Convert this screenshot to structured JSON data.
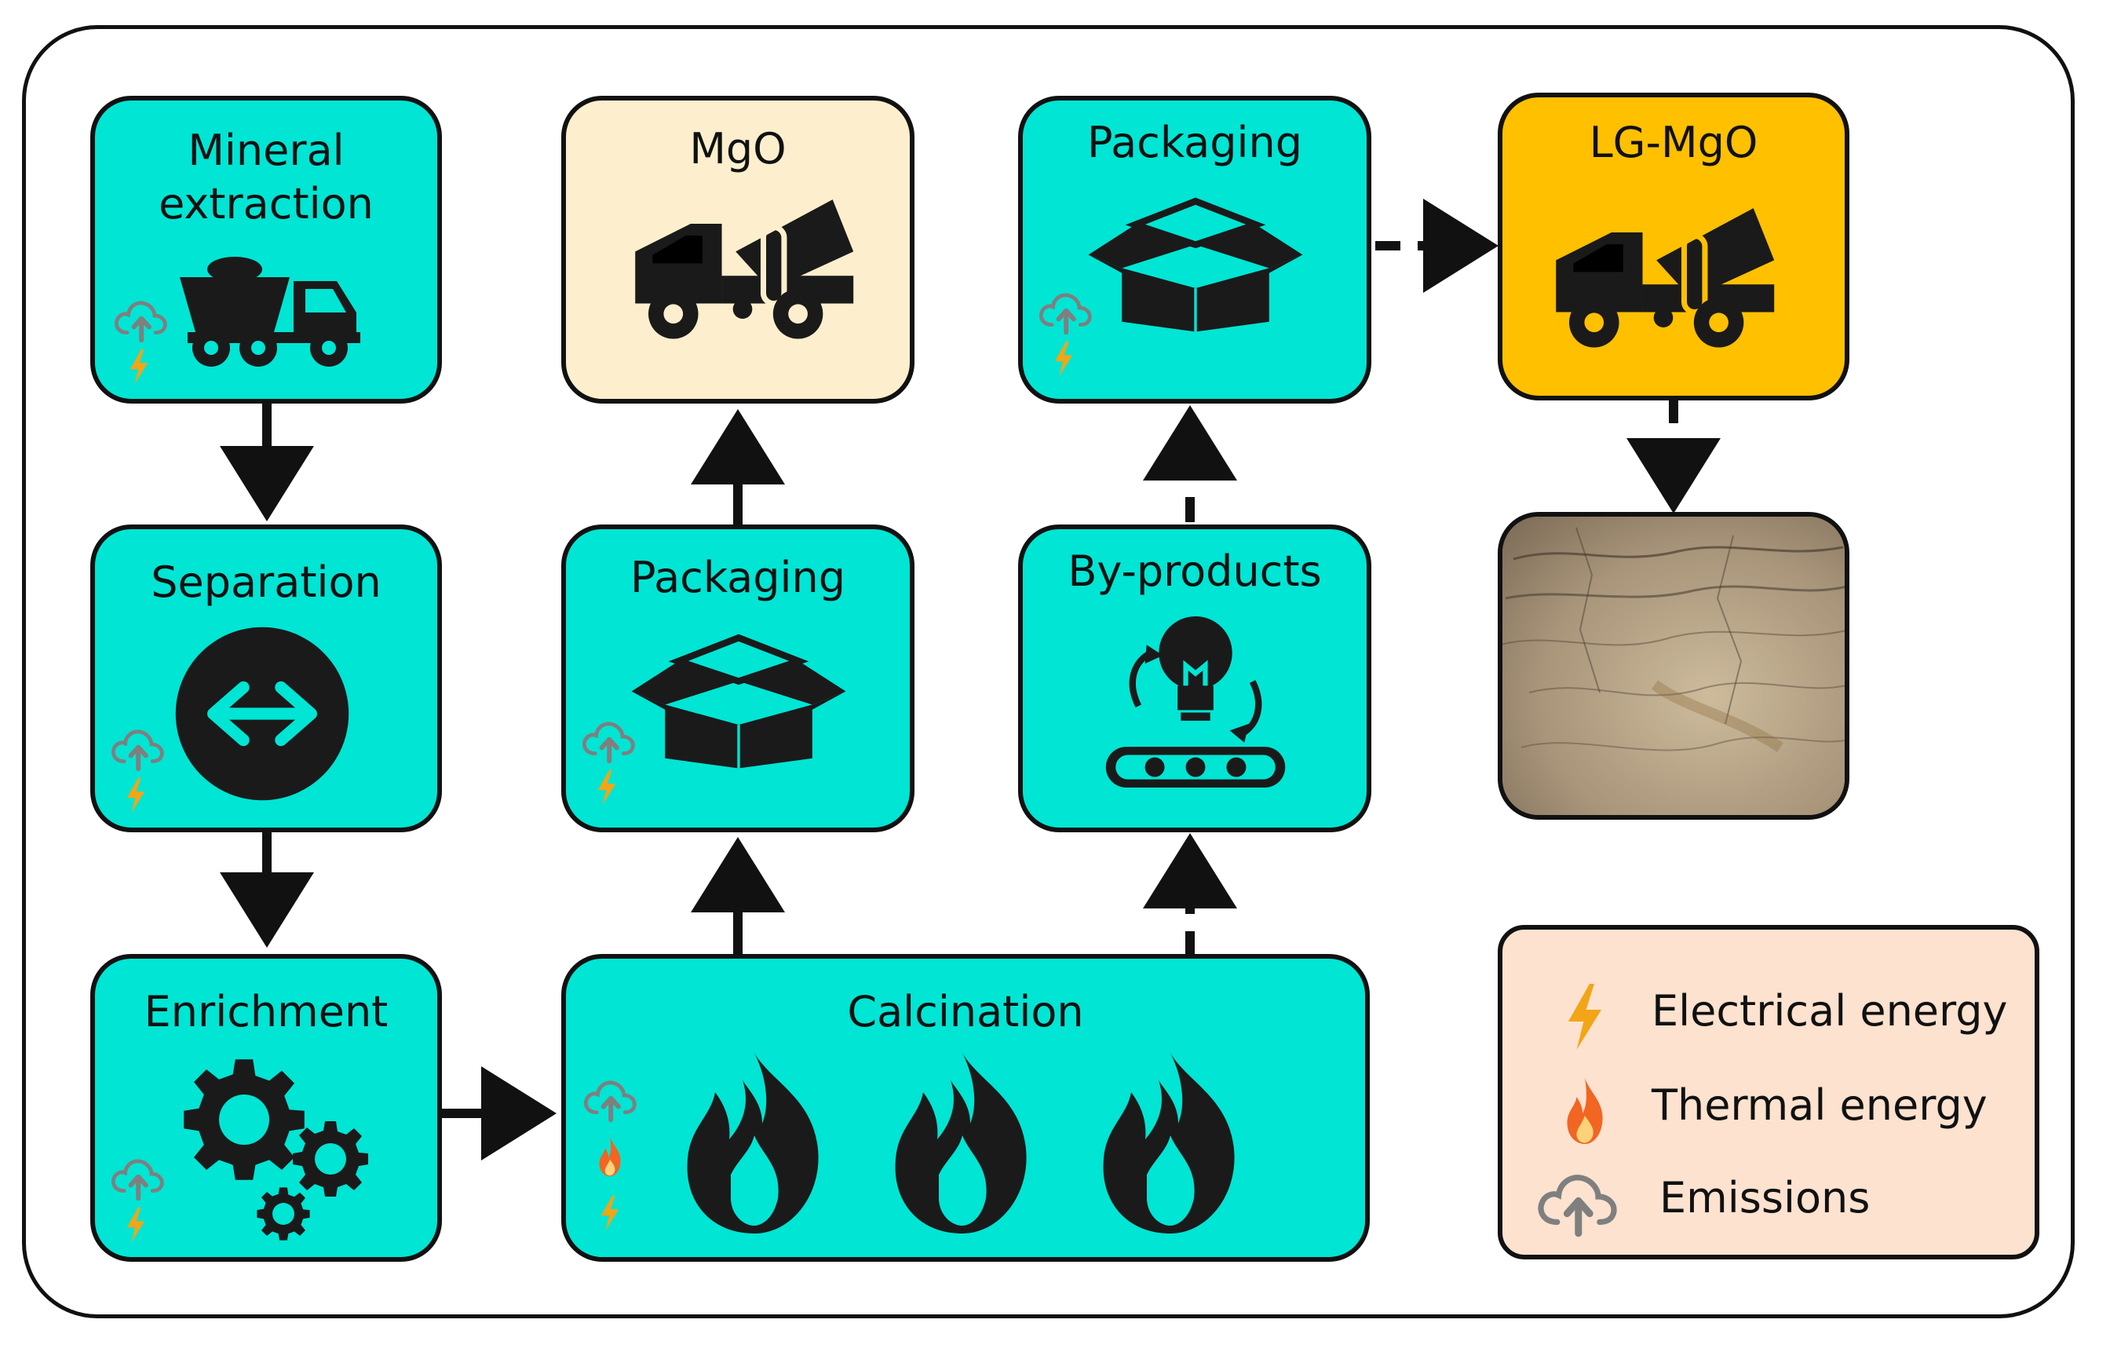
{
  "nodes": {
    "mineral_extraction": {
      "label_line1": "Mineral",
      "label_line2": "extraction"
    },
    "separation": {
      "label": "Separation"
    },
    "enrichment": {
      "label": "Enrichment"
    },
    "calcination": {
      "label": "Calcination"
    },
    "packaging_mgo": {
      "label": "Packaging"
    },
    "mgo": {
      "label": "MgO"
    },
    "by_products": {
      "label": "By-products"
    },
    "packaging_lg": {
      "label": "Packaging"
    },
    "lg_mgo": {
      "label": "LG-MgO"
    }
  },
  "legend": {
    "electrical": "Electrical energy",
    "thermal": "Thermal energy",
    "emissions": "Emissions"
  },
  "colors": {
    "process_box": "#00e5d4",
    "mgo_box": "#fdefcd",
    "lg_mgo_box": "#ffc000",
    "legend_box": "#fce2cf",
    "electrical_icon": "#f2a516",
    "thermal_icon": "#f26522",
    "emissions_icon": "#7f7f7f"
  },
  "icons": {
    "mineral_extraction": "dump-truck-icon",
    "separation": "separation-arrows-icon",
    "enrichment": "gears-icon",
    "calcination": "flames-icon",
    "packaging": "open-box-icon",
    "mgo": "cement-mixer-truck-icon",
    "by_products": "lightbulb-conveyor-icon",
    "lg_mgo": "cement-mixer-truck-icon",
    "lg_mgo_product": "soil-photo"
  }
}
